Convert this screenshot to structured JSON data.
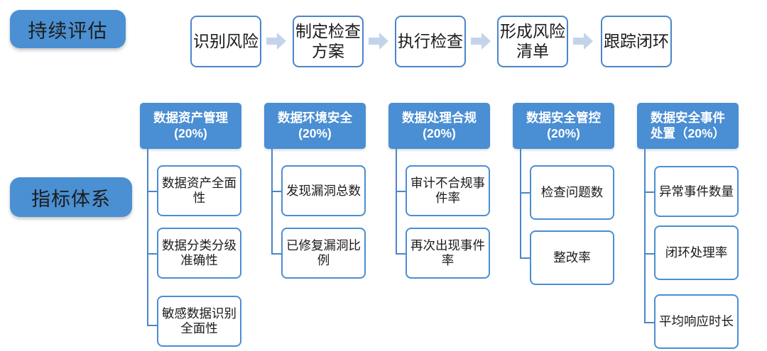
{
  "diagram": {
    "title_visible": false,
    "background_color": "#ffffff",
    "accent_color": "#4a8ed4",
    "border_color": "#4a86c8",
    "arrow_color": "#c3d4ea"
  },
  "rows": {
    "assessment": {
      "label": "持续评估",
      "arrow_icon": "right-arrow-icon",
      "steps": [
        {
          "label": "识别风险"
        },
        {
          "label": "制定检查方案"
        },
        {
          "label": "执行检查"
        },
        {
          "label": "形成风险清单"
        },
        {
          "label": "跟踪闭环"
        }
      ]
    },
    "indicators": {
      "label": "指标体系",
      "columns": [
        {
          "header": "数据资产管理（20%）",
          "header_line1": "数据资产管理",
          "header_line2": "(20%)",
          "weight": "20%",
          "leaves": [
            {
              "label": "数据资产全面性"
            },
            {
              "label": "数据分类分级准确性"
            },
            {
              "label": "敏感数据识别全面性"
            }
          ]
        },
        {
          "header": "数据环境安全（20%）",
          "header_line1": "数据环境安全",
          "header_line2": "(20%)",
          "weight": "20%",
          "leaves": [
            {
              "label": "发现漏洞总数"
            },
            {
              "label": "已修复漏洞比例"
            }
          ]
        },
        {
          "header": "数据处理合规（20%）",
          "header_line1": "数据处理合规",
          "header_line2": "(20%)",
          "weight": "20%",
          "leaves": [
            {
              "label": "审计不合规事件率"
            },
            {
              "label": "再次出现事件率"
            }
          ]
        },
        {
          "header": "数据安全管控（20%）",
          "header_line1": "数据安全管控",
          "header_line2": "(20%)",
          "weight": "20%",
          "leaves": [
            {
              "label": "检查问题数"
            },
            {
              "label": "整改率"
            }
          ]
        },
        {
          "header": "数据安全事件处置（20%）",
          "header_line1": "数据安全事件",
          "header_line2": "处置（20%）",
          "weight": "20%",
          "leaves": [
            {
              "label": "异常事件数量"
            },
            {
              "label": "闭环处理率"
            },
            {
              "label": "平均响应时长"
            }
          ]
        }
      ]
    }
  }
}
